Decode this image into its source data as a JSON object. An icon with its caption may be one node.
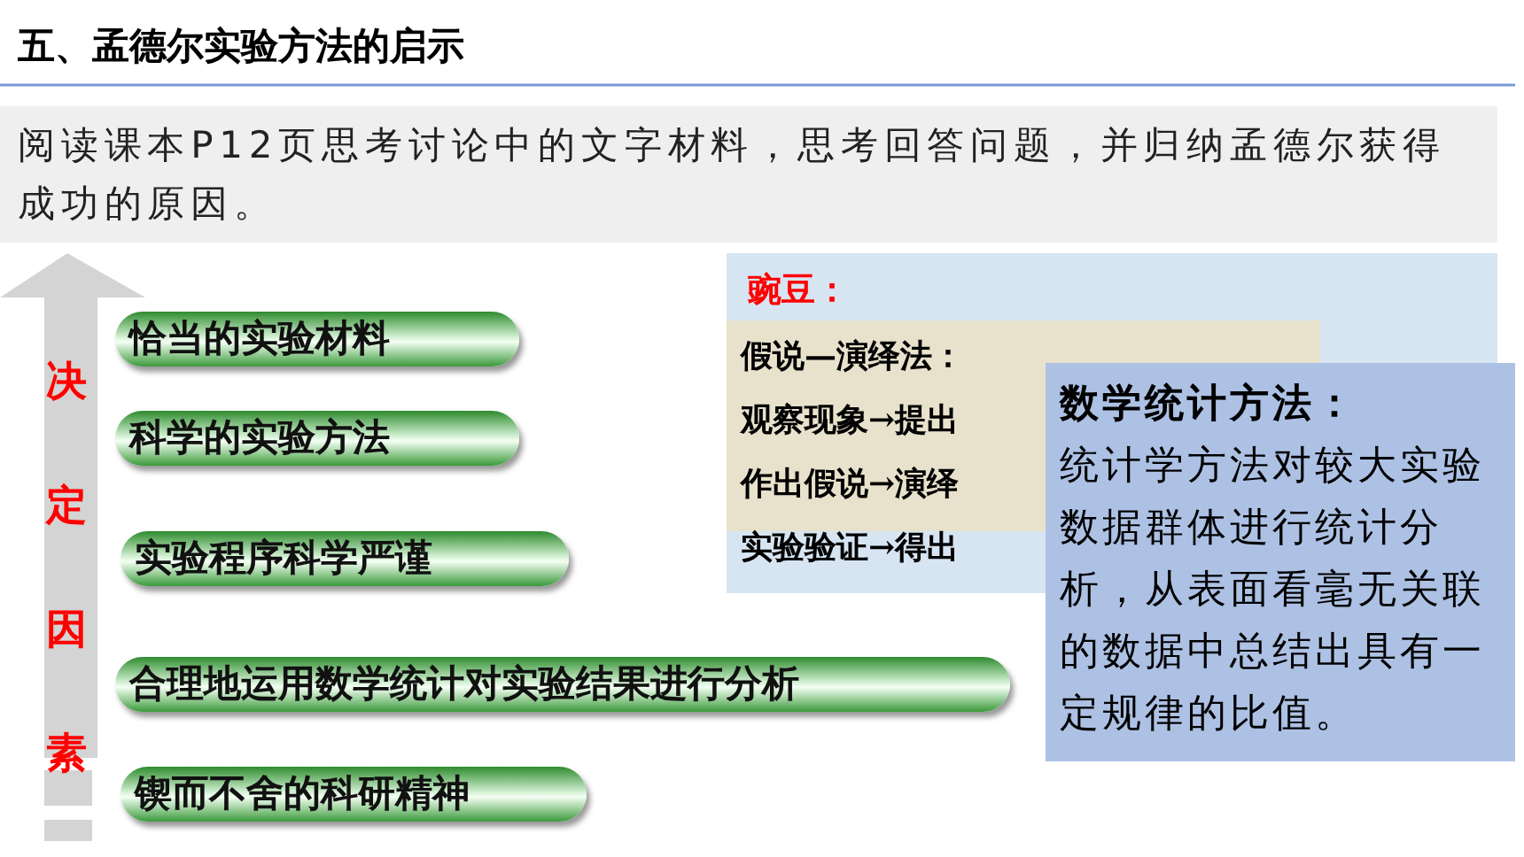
{
  "diagram": {
    "title": "五、孟德尔实验方法的启示",
    "nodes": [
      {
        "text": [
          "阅读课本P12页思考讨论中的文字材料，思考回答问题，并归纳孟德尔获得成功的原因。"
        ]
      },
      {
        "text": [
          "决定因素"
        ]
      },
      {
        "text": [
          "恰当的实验材料"
        ]
      },
      {
        "text": [
          "科学的实验方法"
        ]
      },
      {
        "text": [
          "实验程序科学严谨"
        ]
      },
      {
        "text": [
          "合理地运用数学统计对实验结果进行分析"
        ]
      },
      {
        "text": [
          "锲而不舍的科研精神"
        ]
      },
      {
        "text": [
          "豌豆："
        ]
      },
      {
        "text": [
          "假说—演绎法：",
          "观察现象→提出",
          "作出假说→演绎",
          "实验验证→得出"
        ]
      },
      {
        "text": [
          "数学统计方法：",
          "统计学方法对较大实验数据群体进行统计分析，从表面看毫无关联的数据中总结出具有一定规律的比值。"
        ]
      }
    ]
  }
}
